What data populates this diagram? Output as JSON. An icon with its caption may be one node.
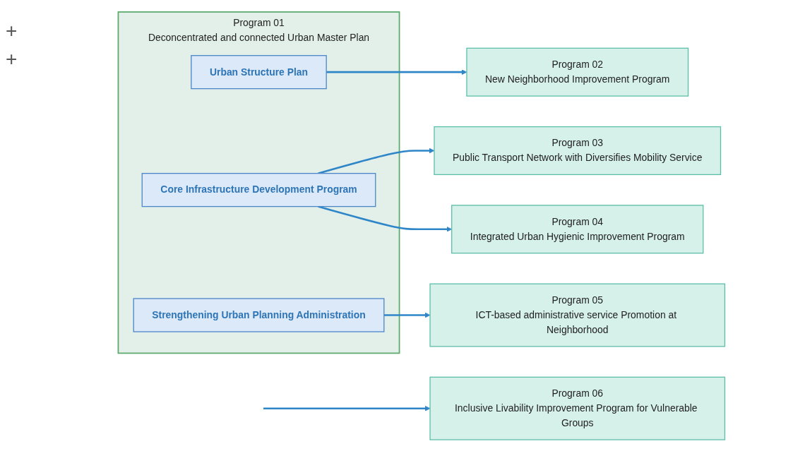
{
  "diagram": {
    "nodes": [
      {
        "text": [
          "Program 01",
          "Deconcentrated and connected Urban Master Plan"
        ]
      },
      {
        "text": [
          "Urban Structure Plan"
        ],
        "in": 0
      },
      {
        "text": [
          "Core Infrastructure Development Program"
        ],
        "in": 0
      },
      {
        "text": [
          "Strengthening Urban Planning Administration"
        ],
        "in": 0
      },
      {
        "text": [
          "Program 02",
          "New Neighborhood Improvement Program"
        ]
      },
      {
        "text": [
          "Program 03",
          "Public Transport Network with Diversifies Mobility Service"
        ]
      },
      {
        "text": [
          "Program 04",
          "Integrated Urban Hygienic Improvement Program"
        ]
      },
      {
        "text": [
          "Program 05",
          "ICT-based administrative service Promotion at Neighborhood"
        ]
      },
      {
        "text": [
          "Program 06",
          "Inclusive Livability Improvement Program for Vulnerable Groups"
        ]
      }
    ],
    "edges": [
      {
        "from": 1,
        "to": 4,
        "arrow": "to"
      },
      {
        "from": 2,
        "to": 5,
        "arrow": "to"
      },
      {
        "from": 2,
        "to": 6,
        "arrow": "to"
      },
      {
        "from": 3,
        "to": 7,
        "arrow": "to"
      },
      {
        "from": null,
        "to": 8,
        "arrow": "to"
      }
    ],
    "labels": [
      "+",
      "+"
    ]
  }
}
